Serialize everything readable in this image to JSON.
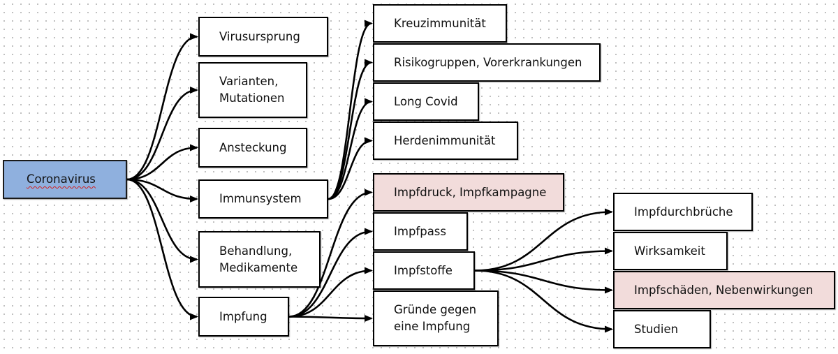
{
  "colors": {
    "root_fill": "#8fb0de",
    "highlight_fill": "#f2dcdb",
    "node_fill": "#ffffff",
    "stroke": "#000000"
  },
  "nodes": {
    "coronavirus": "Coronavirus",
    "virusursprung": "Virusursprung",
    "varianten": "Varianten,\nMutationen",
    "ansteckung": "Ansteckung",
    "immunsystem": "Immunsystem",
    "behandlung": "Behandlung,\nMedikamente",
    "impfung": "Impfung",
    "kreuzimmunitaet": "Kreuzimmunität",
    "risikogruppen": "Risikogruppen, Vorerkrankungen",
    "long_covid": "Long Covid",
    "herdenimmunitaet": "Herdenimmunität",
    "impfdruck": "Impfdruck, Impfkampagne",
    "impfpass": "Impfpass",
    "impfstoffe": "Impfstoffe",
    "gruende": "Gründe gegen\neine Impfung",
    "impfdurchbrueche": "Impfdurchbrüche",
    "wirksamkeit": "Wirksamkeit",
    "impfschaeden": "Impfschäden, Nebenwirkungen",
    "studien": "Studien"
  },
  "edges": [
    [
      "coronavirus",
      "virusursprung"
    ],
    [
      "coronavirus",
      "varianten"
    ],
    [
      "coronavirus",
      "ansteckung"
    ],
    [
      "coronavirus",
      "immunsystem"
    ],
    [
      "coronavirus",
      "behandlung"
    ],
    [
      "coronavirus",
      "impfung"
    ],
    [
      "immunsystem",
      "kreuzimmunitaet"
    ],
    [
      "immunsystem",
      "risikogruppen"
    ],
    [
      "immunsystem",
      "long_covid"
    ],
    [
      "immunsystem",
      "herdenimmunitaet"
    ],
    [
      "impfung",
      "impfdruck"
    ],
    [
      "impfung",
      "impfpass"
    ],
    [
      "impfung",
      "impfstoffe"
    ],
    [
      "impfung",
      "gruende"
    ],
    [
      "impfstoffe",
      "impfdurchbrueche"
    ],
    [
      "impfstoffe",
      "wirksamkeit"
    ],
    [
      "impfstoffe",
      "impfschaeden"
    ],
    [
      "impfstoffe",
      "studien"
    ]
  ]
}
